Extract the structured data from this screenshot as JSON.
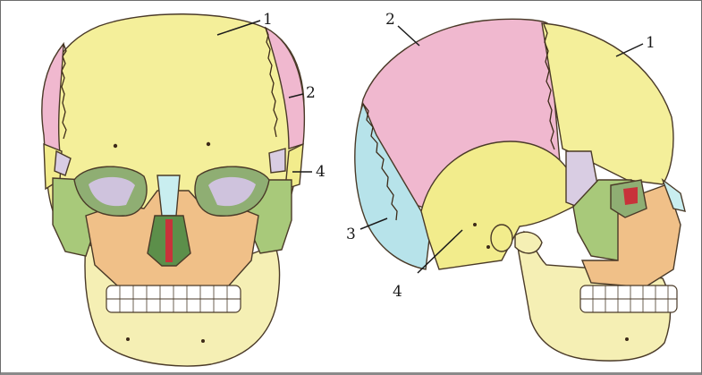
{
  "frontal_view": {
    "labels": [
      {
        "key": "frontal",
        "text": "1"
      },
      {
        "key": "parietal",
        "text": "2"
      },
      {
        "key": "temporal",
        "text": "4"
      }
    ]
  },
  "lateral_view": {
    "labels": [
      {
        "key": "parietal",
        "text": "2"
      },
      {
        "key": "frontal",
        "text": "1"
      },
      {
        "key": "occipital",
        "text": "3"
      },
      {
        "key": "temporal",
        "text": "4"
      }
    ]
  },
  "colors": {
    "frontal_bone": "#f4ef9a",
    "parietal_bone": "#f0b8cf",
    "occipital_bone": "#b7e3ea",
    "temporal_bone": "#f2ec8c",
    "zygomatic_bone": "#a8c97a",
    "maxilla": "#f0c088",
    "mandible": "#f5efb4",
    "sphenoid": "#d9cde3",
    "nasal": "#c9eef0",
    "orbit_red": "#c8323a",
    "teeth": "#ffffff"
  }
}
